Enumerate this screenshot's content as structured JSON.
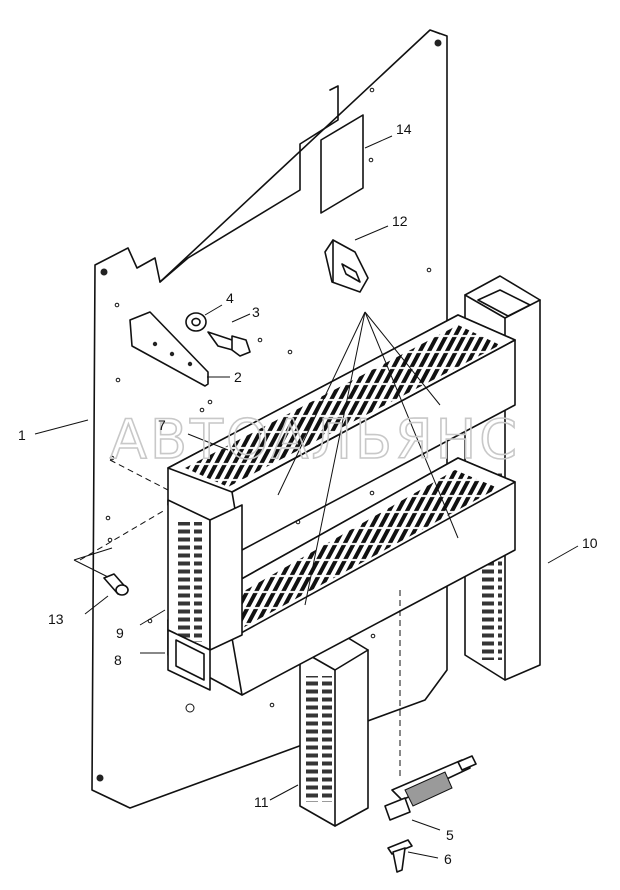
{
  "watermark": "АВТОАЛЬЯНС",
  "labels": {
    "p1": "1",
    "p2": "2",
    "p3": "3",
    "p4": "4",
    "p5": "5",
    "p6": "6",
    "p7": "7",
    "p8": "8",
    "p9": "9",
    "p10": "10",
    "p11": "11",
    "p12": "12",
    "p13": "13",
    "p14": "14"
  }
}
